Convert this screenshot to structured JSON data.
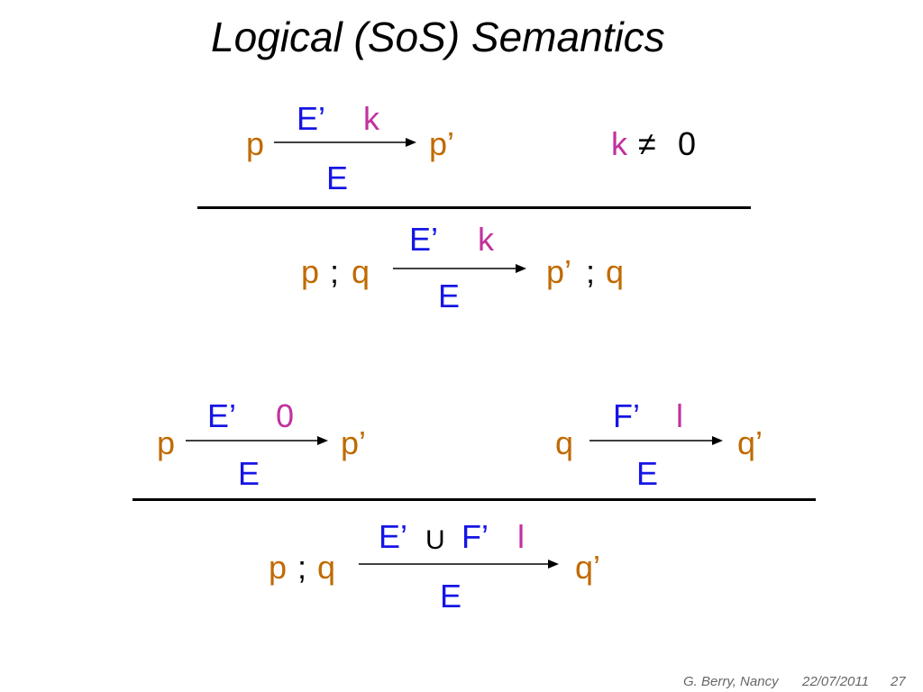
{
  "title": "Logical (SoS) Semantics",
  "colors": {
    "process": "#c06a00",
    "signal": "#1515e6",
    "label": "#c2309e",
    "text": "#000000",
    "footer": "#666666"
  },
  "rule1": {
    "premise": {
      "left": "p",
      "top": "E’",
      "label": "k",
      "bottom": "E",
      "right": "p’"
    },
    "side_condition": {
      "lhs": "k",
      "op": "≠",
      "rhs": "0"
    },
    "conclusion": {
      "left_p": "p",
      "left_sep": ";",
      "left_q": "q",
      "top": "E’",
      "label": "k",
      "bottom": "E",
      "right_p": "p’",
      "right_sep": ";",
      "right_q": "q"
    }
  },
  "rule2": {
    "premise_left": {
      "left": "p",
      "top": "E’",
      "label": "0",
      "bottom": "E",
      "right": "p’"
    },
    "premise_right": {
      "left": "q",
      "top": "F’",
      "label": "l",
      "bottom": "E",
      "right": "q’"
    },
    "conclusion": {
      "left_p": "p",
      "left_sep": ";",
      "left_q": "q",
      "top_e": "E’",
      "union": "U",
      "top_f": "F’",
      "label": "l",
      "bottom": "E",
      "right": "q’"
    }
  },
  "footer": {
    "author": "G. Berry, Nancy",
    "date": "22/07/2011",
    "page": "27"
  }
}
